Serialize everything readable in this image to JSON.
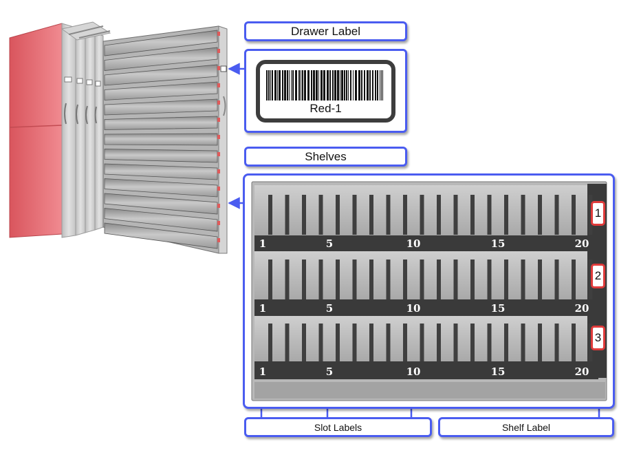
{
  "labels": {
    "drawer_label": "Drawer Label",
    "shelves": "Shelves",
    "slot_labels": "Slot Labels",
    "shelf_label": "Shelf Label"
  },
  "barcode": {
    "text": "Red-1"
  },
  "shelves": [
    {
      "label": "1",
      "slot_numbers": [
        "1",
        "5",
        "10",
        "15",
        "20"
      ]
    },
    {
      "label": "2",
      "slot_numbers": [
        "1",
        "5",
        "10",
        "15",
        "20"
      ]
    },
    {
      "label": "3",
      "slot_numbers": [
        "1",
        "5",
        "10",
        "15",
        "20"
      ]
    }
  ],
  "colors": {
    "callout_border": "#4a5cf0",
    "cabinet_red": "#e8676e",
    "shelf_badge_border": "#e03b3b",
    "panel_dark": "#3a3a3a"
  }
}
